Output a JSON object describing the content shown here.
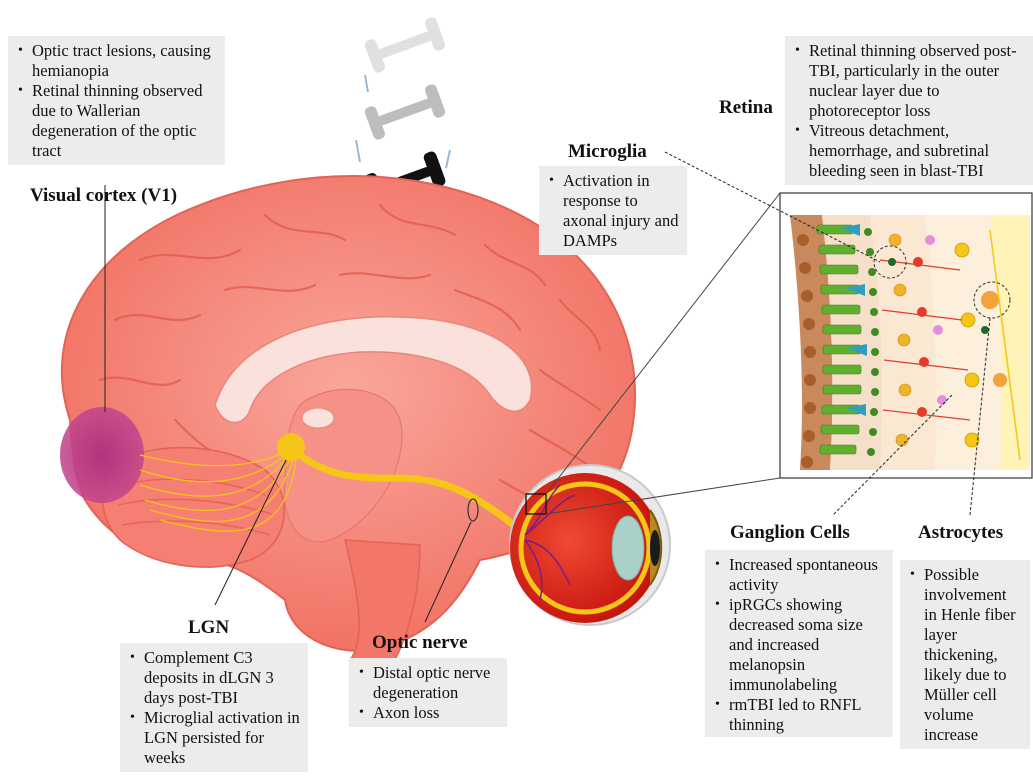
{
  "labels": {
    "visual_cortex": "Visual cortex (V1)",
    "lgn": "LGN",
    "optic_nerve": "Optic nerve",
    "microglia": "Microglia",
    "retina": "Retina",
    "ganglion_cells": "Ganglion Cells",
    "astrocytes": "Astrocytes"
  },
  "notes": {
    "optic_tract": [
      "Optic tract lesions, causing hemianopia",
      "Retinal thinning observed due to Wallerian degeneration of the optic tract"
    ],
    "lgn": [
      "Complement C3 deposits in dLGN 3 days post-TBI",
      "Microglial activation in LGN persisted for weeks"
    ],
    "optic_nerve": [
      "Distal optic nerve degeneration",
      "Axon loss"
    ],
    "microglia": [
      "Activation in response to axonal injury and DAMPs"
    ],
    "retina": [
      "Retinal thinning observed post-TBI, particularly in the outer nuclear layer due to photoreceptor loss",
      "Vitreous detachment, hemorrhage, and subretinal bleeding seen in blast-TBI"
    ],
    "ganglion_cells": [
      "Increased spontaneous activity",
      "ipRGCs showing decreased soma size and increased melanopsin immunolabeling",
      "rmTBI led to RNFL thinning"
    ],
    "astrocytes": [
      "Possible involvement in Henle fiber layer thickening, likely due to Müller cell volume increase"
    ]
  },
  "colors": {
    "brain": "#f47f72",
    "brain_dark": "#e05a4e",
    "visual_cortex": "#b5337f",
    "optic_pathway": "#f5c518",
    "eye_red": "#e8221b",
    "note_bg": "#ececec"
  }
}
